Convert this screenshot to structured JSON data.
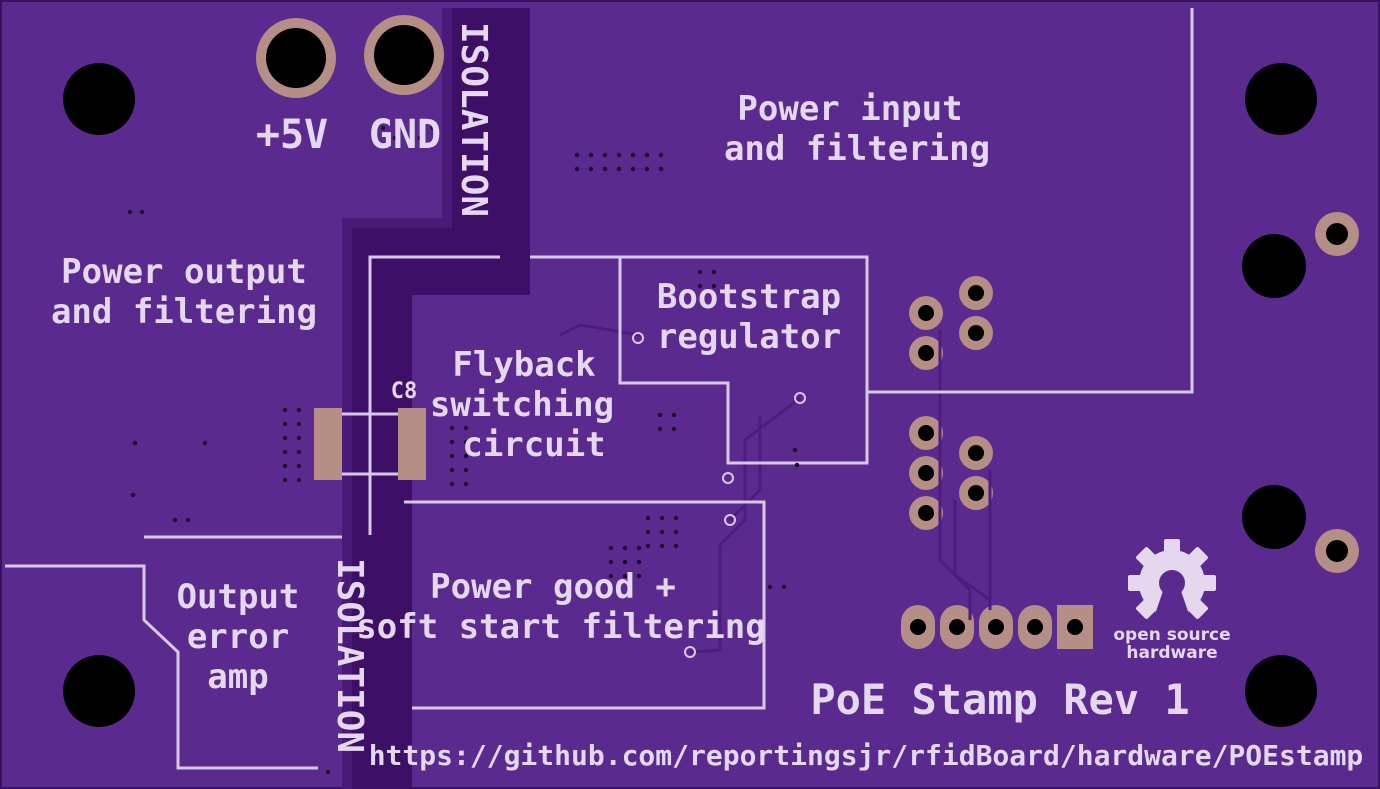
{
  "board": {
    "name": "PoE Stamp Rev 1",
    "url": "https://github.com/reportingsjr/rfidBoard/hardware/POEstamp",
    "colors": {
      "soldermask": "#5a2a8e",
      "isolation_slot": "#3d0f66",
      "silkscreen": "#e4d7ee",
      "copper_pad": "#b58f86",
      "drill": "#000000"
    }
  },
  "labels": {
    "plus5v": "+5V",
    "gnd": "GND",
    "isolation_top": "ISOLATION",
    "isolation_bottom": "ISOLATION",
    "power_input_1": "Power input",
    "power_input_2": "and filtering",
    "power_output_1": "Power output",
    "power_output_2": "and filtering",
    "bootstrap_1": "Bootstrap",
    "bootstrap_2": "regulator",
    "flyback_1": "Flyback",
    "flyback_2": "switching",
    "flyback_3": "circuit",
    "c8": "C8",
    "output_amp_1": "Output",
    "output_amp_2": "error",
    "output_amp_3": "amp",
    "power_good_1": "Power good +",
    "power_good_2": "soft start filtering",
    "oshw_1": "open source",
    "oshw_2": "hardware"
  },
  "icons": {
    "oshw_logo": "open-source-hardware-gear-icon",
    "mounting_hole": "mounting-hole-icon",
    "pad": "through-hole-pad-icon"
  }
}
